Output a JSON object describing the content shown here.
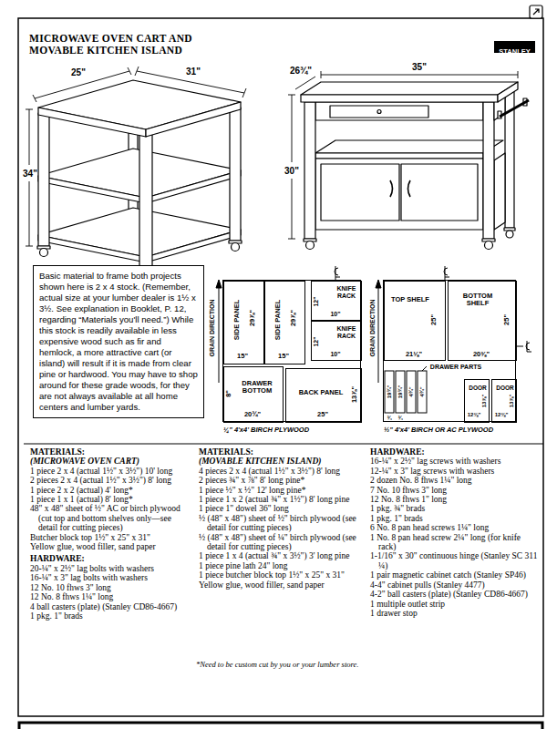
{
  "diagram": {
    "title": "MICROWAVE OVEN CART AND MOVABLE KITCHEN ISLAND",
    "nodes": [
      {
        "text": [
          "STANLEY"
        ]
      },
      {
        "text": [
          "Basic material to frame both projects shown here is 2 x 4 stock. (Remember, actual size at your lumber dealer is 1½ x 3½. See explanation in Booklet, P. 12, regarding “Materials you'll need.”) While this stock is readily available in less expensive wood such as fir and hemlock, a more attractive cart (or island) will result if it is made from clear pine or hardwood. You may have to shop around for these grade woods, for they are not always available at all home centers and lumber yards."
        ]
      },
      {
        "text": [
          "¼\" 4'x4' BIRCH PLYWOOD"
        ]
      },
      {
        "text": [
          "SIDE PANEL"
        ],
        "in": 2
      },
      {
        "text": [
          "SIDE PANEL"
        ],
        "in": 2
      },
      {
        "text": [
          "KNIFE RACK"
        ],
        "in": 2
      },
      {
        "text": [
          "KNIFE RACK"
        ],
        "in": 2
      },
      {
        "text": [
          "DRAWER BOTTOM"
        ],
        "in": 2
      },
      {
        "text": [
          "BACK PANEL"
        ],
        "in": 2
      },
      {
        "text": [
          "½\" 4'x4' BIRCH OR AC PLYWOOD"
        ]
      },
      {
        "text": [
          "TOP SHELF"
        ],
        "in": 9
      },
      {
        "text": [
          "BOTTOM SHELF"
        ],
        "in": 9
      },
      {
        "text": [
          "DOOR"
        ],
        "in": 9
      },
      {
        "text": [
          "DOOR"
        ],
        "in": 9
      }
    ],
    "labels": [
      "25\"",
      "31\"",
      "34\"",
      "26¾\"",
      "35\"",
      "30\"",
      "29⅞\"",
      "15\"",
      "29⅞\"",
      "15\"",
      "12\"",
      "10\"",
      "12\"",
      "10\"",
      "GRAIN DIRECTION",
      "8\"",
      "20¾\"",
      "13⅞\"",
      "25\"",
      "GRAIN DIRECTION",
      "25\"",
      "21⅛\"",
      "25\"",
      "20⅜\"",
      "DRAWER PARTS",
      "19¾\"",
      "19¾\"",
      "4¾\"",
      "4¾\"",
      "¾",
      "¾",
      "12⅜\"",
      "13⅞\"",
      "12⅜\"",
      "13⅞\"",
      "MATERIALS:",
      "(MICROWAVE OVEN CART)",
      "1 piece 2 x 4 (actual 1½\" x 3½\") 10' long",
      "2 pieces 2 x 4 (actual 1½\" x 3½\") 8' long",
      "1 piece 2 x 2 (actual) 4' long*",
      "1 piece 1 x 1 (actual) 8' long*",
      "48\" x 48\" sheet of ½\" AC or birch plywood (cut top and bottom shelves only—see detail for cutting pieces)",
      "Butcher block top 1½\" x 25\" x 31\"",
      "Yellow glue, wood filler, sand paper",
      "HARDWARE:",
      "20-¼\" x 2½\" lag bolts with washers",
      "16-¼\" x 3\" lag bolts with washers",
      "12 No. 10 fhws 3\" long",
      "12 No. 8 fhws 1¼\" long",
      "4 ball casters (plate) (Stanley CD86-4667)",
      "1 pkg. 1\" brads",
      "MATERIALS:",
      "(MOVABLE KITCHEN ISLAND)",
      "4 pieces 2 x 4 (actual 1½\" x 3½\") 8' long",
      "2 pieces ¾\" x ⅞\" 8' long pine*",
      "1 piece ½\" x ½\" 12' long pine*",
      "1 piece 1 x 2 (actual ¾\" x 1½\") 8' long pine",
      "1 piece 1\" dowel 36\" long",
      "½ (48\" x 48\") sheet of ½\" birch plywood (see detail for cutting pieces)",
      "½ (48\" x 48\") sheet of ¼\" birch plywood (see detail for cutting pieces)",
      "1 piece 1 x 4 (actual ¾\" x 3½\") 3' long pine",
      "1 piece pine lath 24\" long",
      "1 piece butcher block top 1½\" x 25\" x 31\"",
      "Yellow glue, wood filler, sand paper",
      "HARDWARE:",
      "16-¼\" x 2½\" lag screws with washers",
      "12-¼\" x 3\" lag screws with washers",
      "2 dozen No. 8 fhws 1¼\" long",
      "7 No. 10 fhws 3\" long",
      "12 No. 8 fhws 1\" long",
      "1 pkg. ¾\" brads",
      "1 pkg. 1\" brads",
      "6 No. 8 pan head screws 1¼\" long",
      "1 No. 8 pan head screw 2¼\" long (for knife rack)",
      "1-1/16\" x 30\" continuous hinge (Stanley SC 311 ¼)",
      "1 pair magnetic cabinet catch (Stanley SP46)",
      "4-4\" cabinet pulls (Stanley 4477)",
      "4-2\" ball casters (plate) (Stanley CD86-4667)",
      "1 multiple outlet strip",
      "1 drawer stop",
      "*Need to be custom cut by you or your lumber store."
    ]
  }
}
